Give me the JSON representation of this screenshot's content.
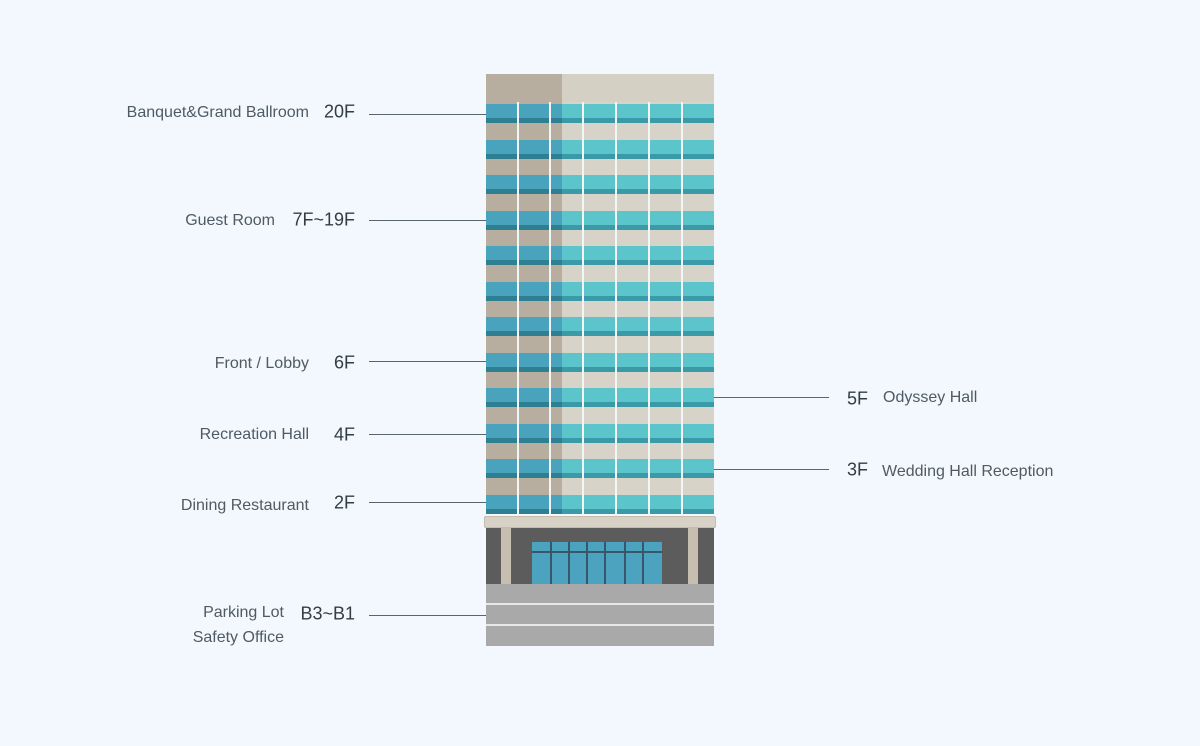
{
  "colors": {
    "background": "#f2f8fd",
    "glass_dark": "#4aa3bd",
    "glass_light": "#5cc5cc",
    "wall_dark": "#b8ae9f",
    "wall_light": "#d7d3c8",
    "lobby": "#5c5c5c",
    "parking": "#a9a9a9",
    "leader_line": "#5a646d"
  },
  "floors_left": [
    {
      "name": "Banquet&Grand Ballroom",
      "floor": "20F"
    },
    {
      "name": "Guest Room",
      "floor": "7F~19F"
    },
    {
      "name": "Front / Lobby",
      "floor": "6F"
    },
    {
      "name": "Recreation Hall",
      "floor": "4F"
    },
    {
      "name": "Dining Restaurant",
      "floor": "2F"
    }
  ],
  "parking": {
    "name_line1": "Parking Lot",
    "name_line2": "Safety Office",
    "floor": "B3~B1"
  },
  "floors_right": [
    {
      "floor": "5F",
      "name": "Odyssey Hall"
    },
    {
      "floor": "3F",
      "name": "Wedding Hall Reception"
    }
  ]
}
